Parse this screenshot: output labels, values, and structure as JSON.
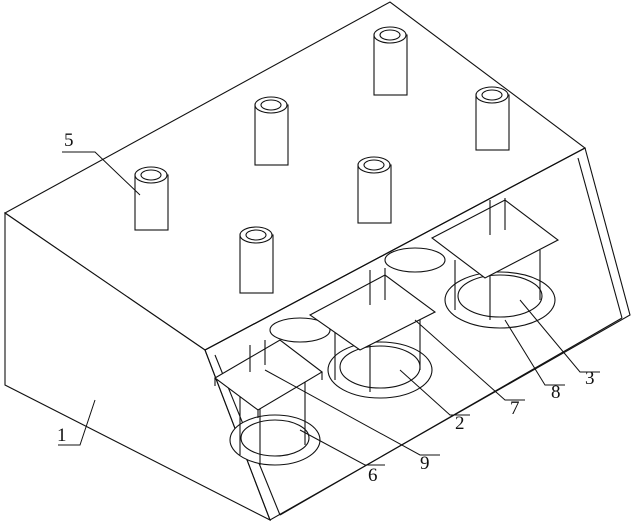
{
  "labels": {
    "l1": "1",
    "l2": "2",
    "l3": "3",
    "l5": "5",
    "l6": "6",
    "l7": "7",
    "l8": "8",
    "l9": "9"
  }
}
